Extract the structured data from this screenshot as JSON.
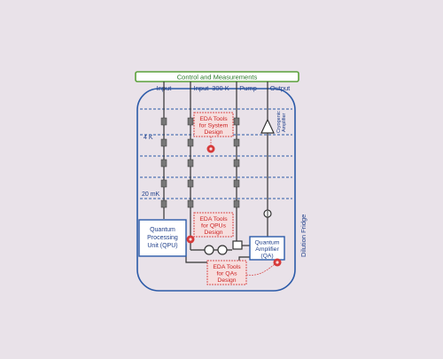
{
  "control_label": "Control and Measurements",
  "line_labels": [
    "Input",
    "Input",
    "300 K",
    "Pump",
    "Output"
  ],
  "stage_labels": {
    "four_k": "4 K",
    "twenty_mk": "20 mK"
  },
  "cryogenic_amplifier": [
    "Cryogenic",
    "Amplifier"
  ],
  "dilution_fridge": "Dilution Fridge",
  "qpu": [
    "Quantum",
    "Processing",
    "Unit (QPU)"
  ],
  "qa": [
    "Quantum",
    "Amplifier",
    "(QA)"
  ],
  "eda_system": [
    "EDA Tools",
    "for System",
    "Design"
  ],
  "eda_qpu": [
    "EDA Tools",
    "for QPUs",
    "Design"
  ],
  "eda_qa": [
    "EDA Tools",
    "for QAs",
    "Design"
  ],
  "colors": {
    "page_bg": "#e9e2e9",
    "control_border": "#5aa03a",
    "control_text": "#2a7a2a",
    "fridge_border": "#2b5aa8",
    "dashed": "#2b5aa8",
    "wire": "#333333",
    "component_fill": "#777777",
    "box_border": "#2b5aa8",
    "eda_border": "#d94f4f",
    "eda_text": "#cc2222",
    "eda_fill": "#f6dede",
    "gear": "#d63a3a",
    "label_text": "#1f3f8a"
  }
}
